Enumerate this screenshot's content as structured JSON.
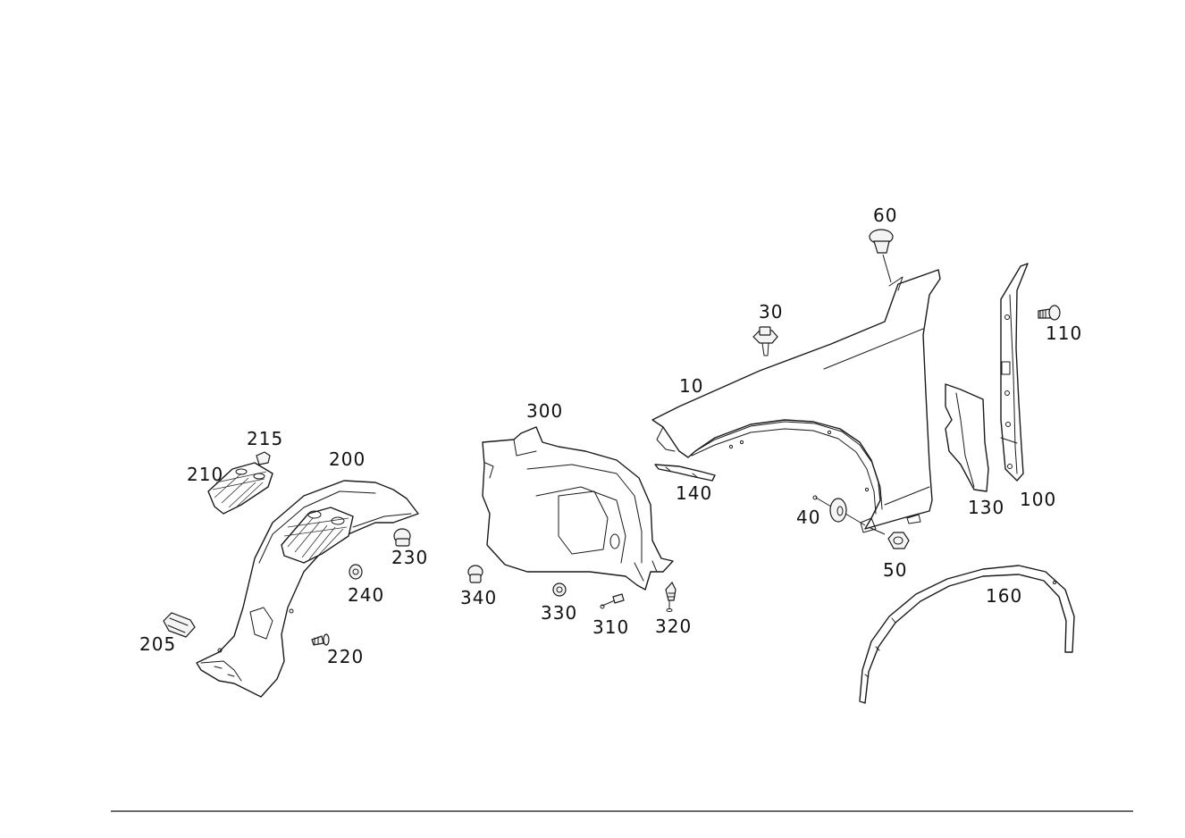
{
  "labels": {
    "p10": "10",
    "p30": "30",
    "p40": "40",
    "p50": "50",
    "p60": "60",
    "p100": "100",
    "p110": "110",
    "p130": "130",
    "p140": "140",
    "p160": "160",
    "p200": "200",
    "p205": "205",
    "p210": "210",
    "p215": "215",
    "p220": "220",
    "p230": "230",
    "p240": "240",
    "p300": "300",
    "p310": "310",
    "p320": "320",
    "p330": "330",
    "p340": "340"
  },
  "colors": {
    "line": "#1a1a1a",
    "background": "#ffffff",
    "text": "#111111"
  }
}
